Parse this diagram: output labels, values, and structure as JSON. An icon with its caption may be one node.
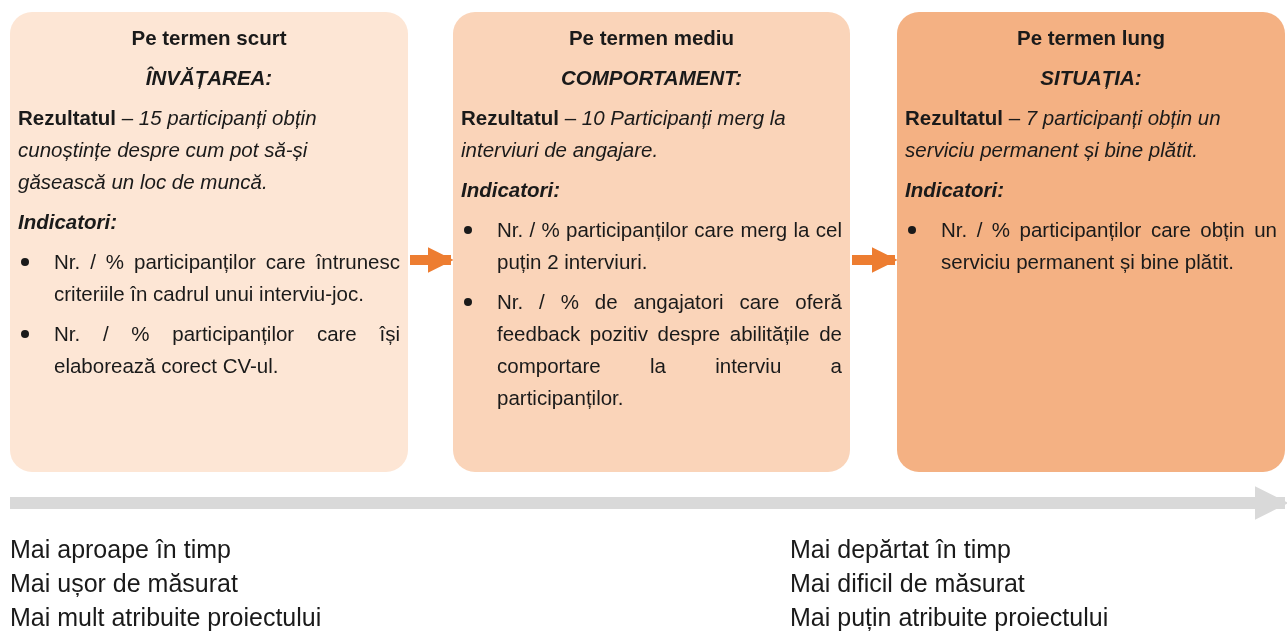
{
  "diagram": {
    "nodes": [
      {
        "text": [
          "Pe termen scurt",
          "ÎNVĂȚAREA:",
          "**Rezultatul** – *15 participanți obțin cunoștințe despre cum pot să-și găsească un loc de muncă.*",
          "Indicatori:",
          "Nr. / % participanților care întrunesc criteriile în cadrul unui interviu-joc.",
          "Nr. / % participanților care își elaborează corect CV-ul."
        ]
      },
      {
        "text": [
          "Pe termen mediu",
          "COMPORTAMENT:",
          "**Rezultatul** – *10 Participanți merg la interviuri de angajare.*",
          "Indicatori:",
          "Nr. / % participanților care merg la cel puțin 2 interviuri.",
          "Nr. / % de angajatori care oferă feedback pozitiv despre abilitățile de comportare la interviu a participanților."
        ]
      },
      {
        "text": [
          "Pe termen lung",
          "SITUAȚIA:",
          "**Rezultatul** – *7 participanți obțin un serviciu permanent și bine plătit.*",
          "Indicatori:",
          "Nr. / % participanților care obțin un serviciu permanent și bine plătit."
        ]
      }
    ],
    "edges": [
      {
        "from": 0,
        "to": 1,
        "arrow": "to"
      },
      {
        "from": 1,
        "to": 2,
        "arrow": "to"
      }
    ],
    "labels": [
      "Mai aproape în timp",
      "Mai ușor de măsurat",
      "Mai mult atribuite proiectului",
      "Mai depărtat în timp",
      "Mai dificil de măsurat",
      "Mai puțin atribuite proiectului"
    ]
  }
}
